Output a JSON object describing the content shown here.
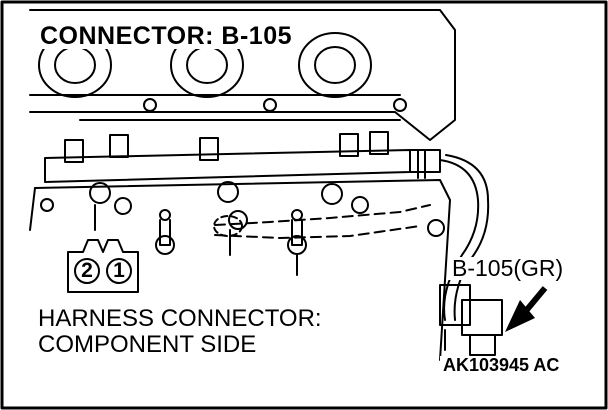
{
  "title": "CONNECTOR: B-105",
  "harness_label_line1": "HARNESS CONNECTOR:",
  "harness_label_line2": "COMPONENT SIDE",
  "connector_label": "B-105(GR)",
  "figure_code": "AK103945 AC",
  "pins": [
    "2",
    "1"
  ],
  "colors": {
    "line": "#000000",
    "background": "#ffffff"
  }
}
